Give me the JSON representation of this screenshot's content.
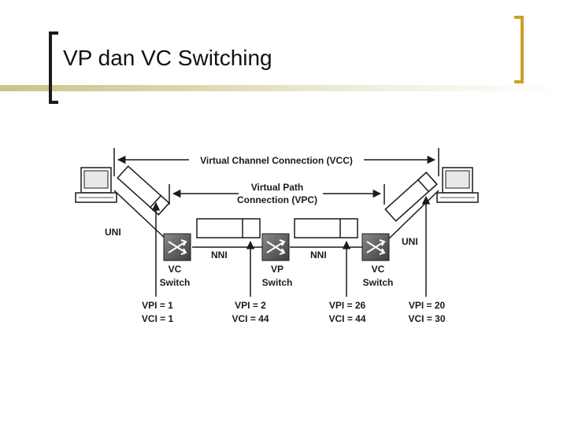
{
  "slide": {
    "title": "VP dan VC Switching"
  },
  "diagram": {
    "vcc_label": "Virtual Channel Connection (VCC)",
    "vpc_label_line1": "Virtual Path",
    "vpc_label_line2": "Connection (VPC)",
    "uni_left": "UNI",
    "uni_right": "UNI",
    "nni_left": "NNI",
    "nni_right": "NNI",
    "switch_left": {
      "line1": "VC",
      "line2": "Switch"
    },
    "switch_middle": {
      "line1": "VP",
      "line2": "Switch"
    },
    "switch_right": {
      "line1": "VC",
      "line2": "Switch"
    },
    "labels": [
      {
        "vpi": "VPI = 1",
        "vci": "VCI = 1"
      },
      {
        "vpi": "VPI = 2",
        "vci": "VCI = 44"
      },
      {
        "vpi": "VPI = 26",
        "vci": "VCI = 44"
      },
      {
        "vpi": "VPI = 20",
        "vci": "VCI = 30"
      }
    ]
  }
}
